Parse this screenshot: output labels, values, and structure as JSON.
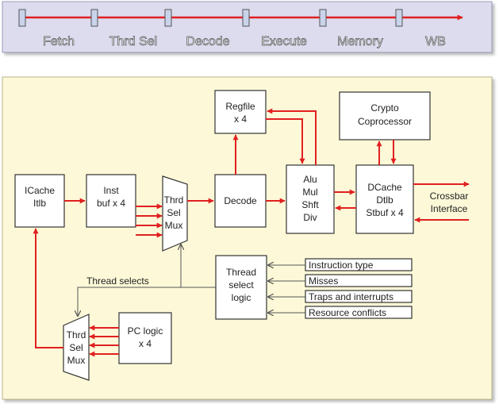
{
  "pipeline": {
    "stages": [
      "Fetch",
      "Thrd Sel",
      "Decode",
      "Execute",
      "Memory",
      "WB"
    ]
  },
  "blocks": {
    "icache": [
      "ICache",
      "Itlb"
    ],
    "inst_buf": [
      "Inst",
      "buf x 4"
    ],
    "thrd_sel_mux_top": [
      "Thrd",
      "Sel",
      "Mux"
    ],
    "decode": [
      "Decode"
    ],
    "regfile": [
      "Regfile",
      "x 4"
    ],
    "alu": [
      "Alu",
      "Mul",
      "Shft",
      "Div"
    ],
    "dcache": [
      "DCache",
      "Dtlb",
      "Stbuf x 4"
    ],
    "crypto": [
      "Crypto",
      "Coprocessor"
    ],
    "thread_select_logic": [
      "Thread",
      "select",
      "logic"
    ],
    "thrd_sel_mux_bottom": [
      "Thrd",
      "Sel",
      "Mux"
    ],
    "pc_logic": [
      "PC logic",
      "x 4"
    ]
  },
  "labels": {
    "crossbar": [
      "Crossbar",
      "Interface"
    ],
    "thread_selects": "Thread selects"
  },
  "inputs": [
    "Instruction type",
    "Misses",
    "Traps and interrupts",
    "Resource conflicts"
  ],
  "colors": {
    "arrow": "#e02020",
    "panel_fill": "#fdf9d8",
    "pipeline_fill": "#dcdcee",
    "box_fill": "#ffffff",
    "tick_fill": "#c9d3ea"
  }
}
